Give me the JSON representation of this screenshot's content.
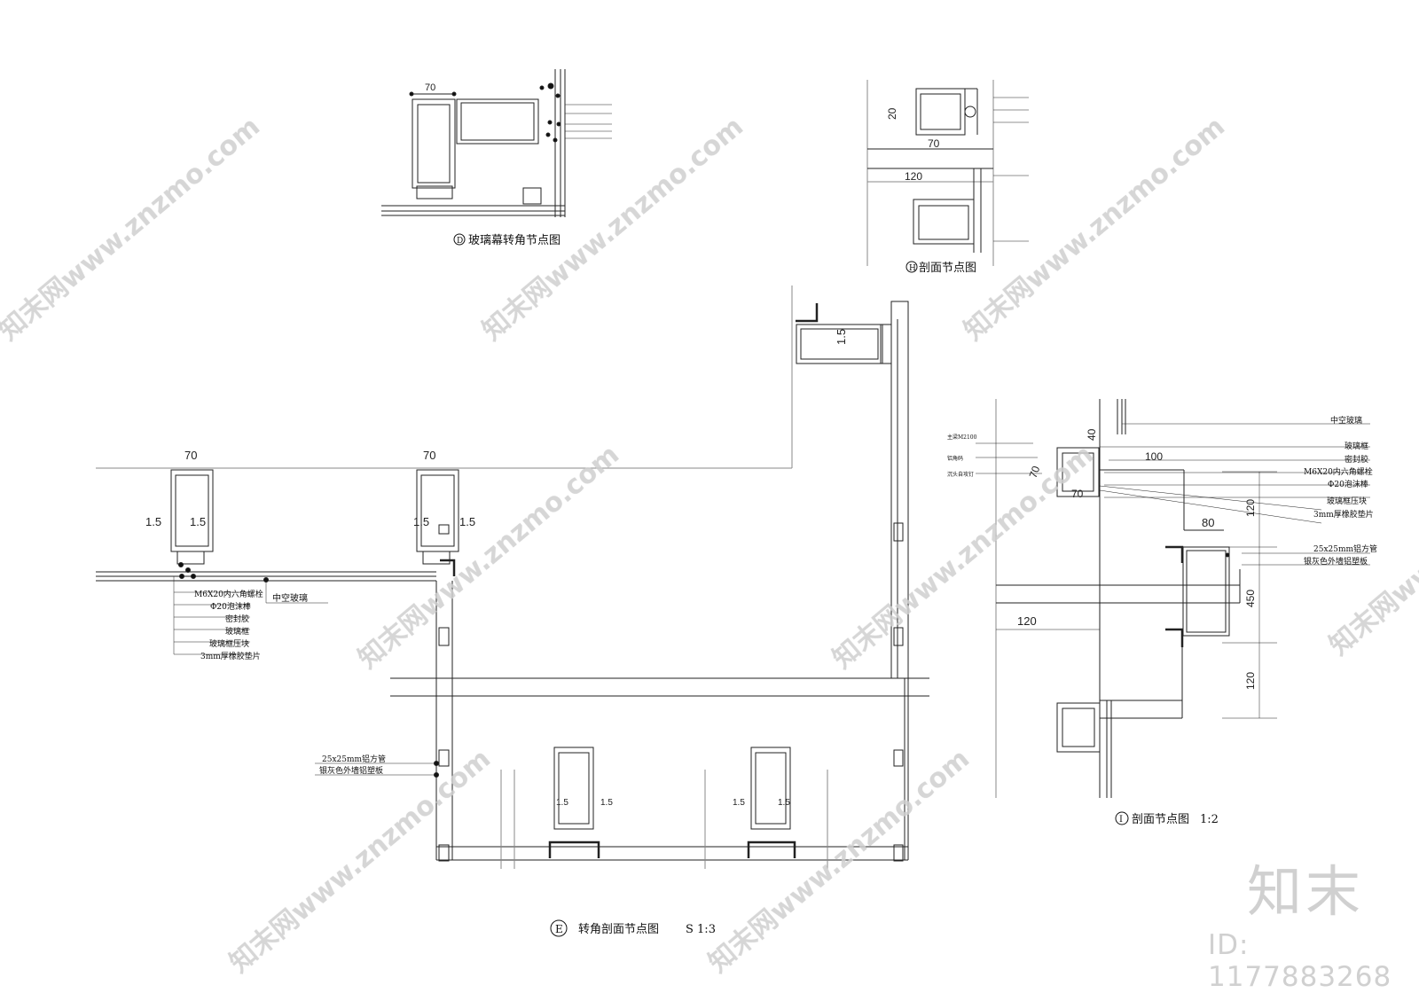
{
  "drawing": {
    "titles": {
      "d": "玻璃幕转角节点图",
      "d_marker": "D",
      "h": "剖面节点图",
      "h_marker": "H",
      "e": "转角剖面节点图",
      "e_marker": "E",
      "e_scale": "S 1:3",
      "i": "剖面节点图",
      "i_marker": "I",
      "i_scale": "1:2"
    },
    "dimensions": {
      "d_width": "70",
      "h_top_height": "20",
      "h_top_width": "70",
      "h_mid_width": "120",
      "e_frame_width": "70",
      "e_gap": "1.5",
      "i_rotated_a": "40",
      "i_rotated_b": "70",
      "i_width_100": "100",
      "i_width_80": "80",
      "i_width_120": "120",
      "i_bottom_70": "70",
      "i_height_120": "120",
      "i_height_450": "450"
    },
    "left_callouts": [
      "M6X20内六角螺栓",
      "Φ20泡沫棒",
      "密封胶",
      "玻璃框",
      "玻璃框压块",
      "3mm厚橡胶垫片"
    ],
    "center_callout": "中空玻璃",
    "bottom_callouts": [
      "25x25mm铝方管",
      "银灰色外墙铝塑板"
    ],
    "right_callouts": [
      "中空玻璃",
      "玻璃框",
      "密封胶",
      "M6X20内六角螺栓",
      "Φ20泡沫棒",
      "玻璃框压块",
      "3mm厚橡胶垫片",
      "25x25mm铝方管",
      "银灰色外墙铝塑板"
    ],
    "right_small_callouts": [
      "主梁M2100",
      "铝角码",
      "沉头自攻钉"
    ]
  },
  "watermark": {
    "text": "知末网www.znzmo.com",
    "logo": "知末",
    "id": "ID: 1177883268"
  }
}
